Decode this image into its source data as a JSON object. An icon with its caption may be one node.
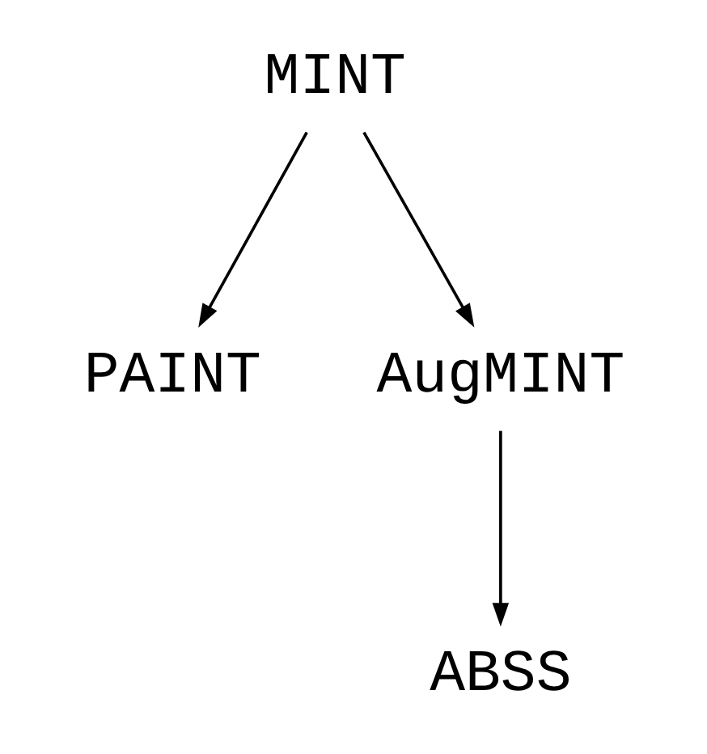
{
  "diagram": {
    "nodes": [
      {
        "text": [
          "MINT"
        ]
      },
      {
        "text": [
          "PAINT"
        ]
      },
      {
        "text": [
          "AugMINT"
        ]
      },
      {
        "text": [
          "ABSS"
        ]
      }
    ],
    "edges": [
      {
        "from": 0,
        "to": 1,
        "arrow": "to"
      },
      {
        "from": 0,
        "to": 2,
        "arrow": "to"
      },
      {
        "from": 2,
        "to": 3,
        "arrow": "to"
      }
    ]
  }
}
